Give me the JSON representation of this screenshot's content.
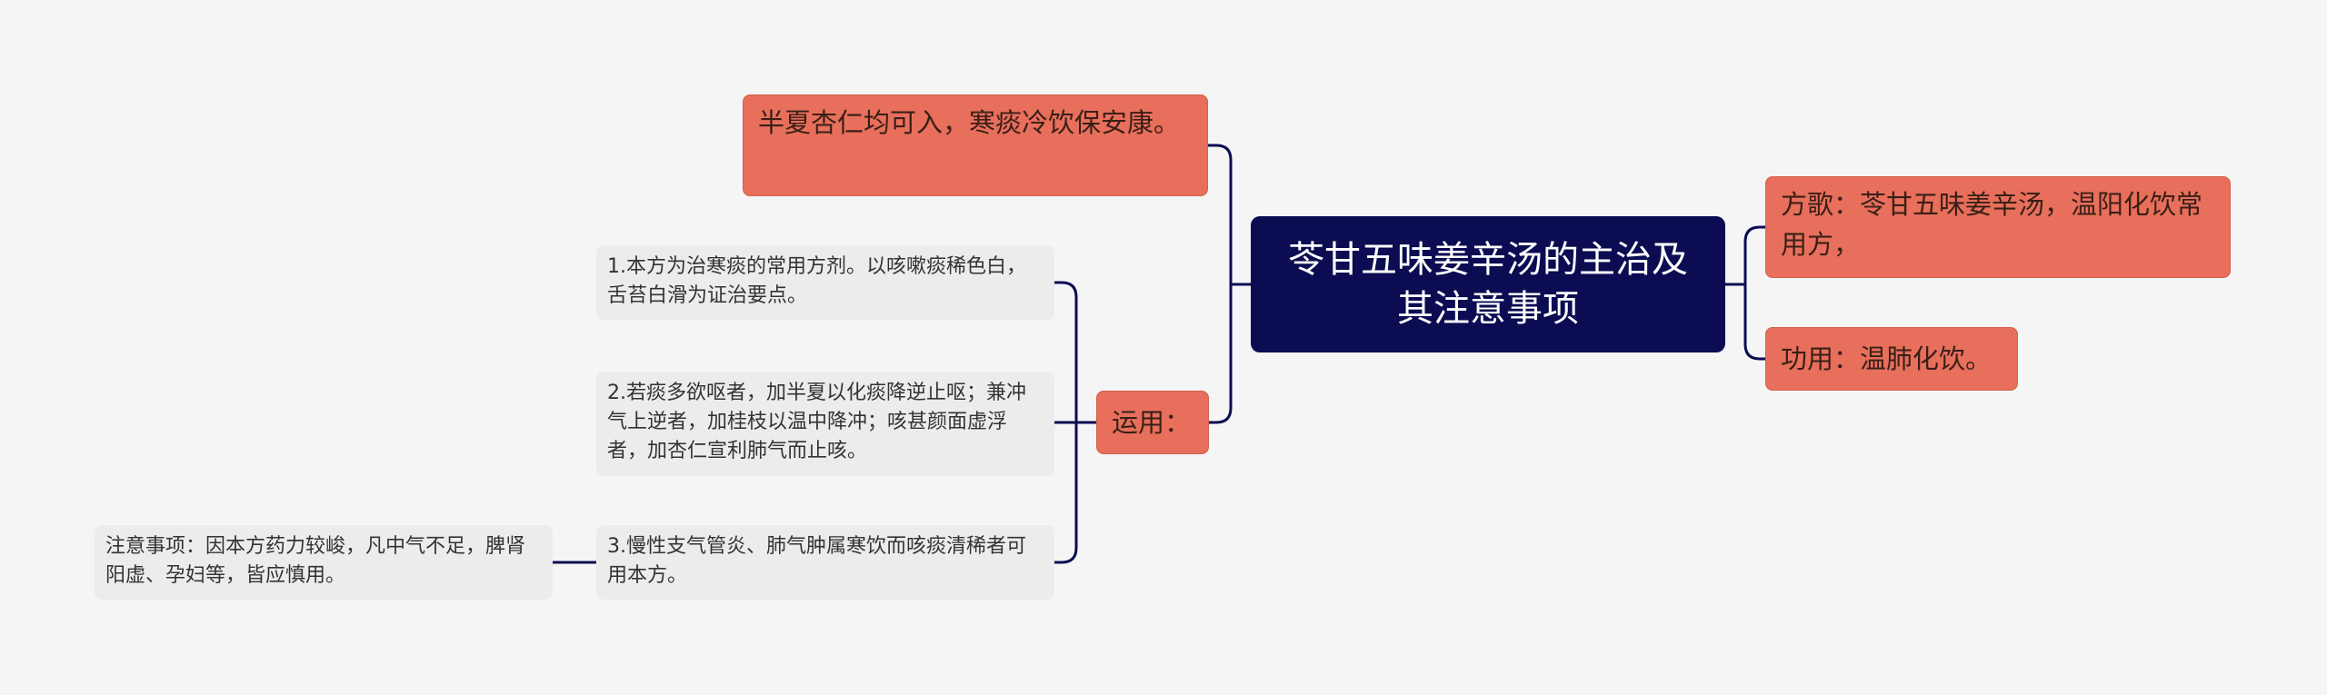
{
  "root": {
    "title": "苓甘五味姜辛汤的主治及其注意事项"
  },
  "left": {
    "verse_tail": "半夏杏仁均可入，寒痰冷饮保安康。",
    "usage": {
      "label": "运用：",
      "items": [
        "1.本方为治寒痰的常用方剂。以咳嗽痰稀色白，舌苔白滑为证治要点。",
        "2.若痰多欲呕者，加半夏以化痰降逆止呕；兼冲气上逆者，加桂枝以温中降冲；咳甚颜面虚浮者，加杏仁宣利肺气而止咳。",
        "3.慢性支气管炎、肺气肿属寒饮而咳痰清稀者可用本方。"
      ],
      "note": "注意事项：因本方药力较峻，凡中气不足，脾肾阳虚、孕妇等，皆应慎用。"
    }
  },
  "right": {
    "verse": "方歌：苓甘五味姜辛汤，温阳化饮常用方，",
    "function": "功用：温肺化饮。"
  },
  "colors": {
    "root": "#0b0c52",
    "branch": "#e76f5b",
    "leaf": "#ececec",
    "line": "#0b0c52",
    "background": "#f5f5f5"
  }
}
